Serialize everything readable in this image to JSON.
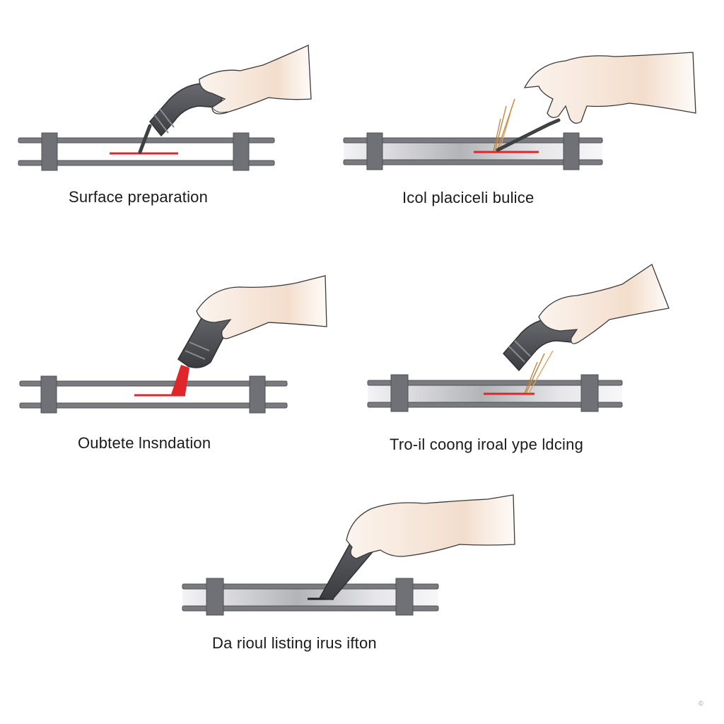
{
  "steps": [
    {
      "caption": "Surface preparation"
    },
    {
      "caption": "Icol pla​ciceli bulice"
    },
    {
      "caption": "Oubtete lnsndation"
    },
    {
      "caption": "Tro-il coong iroal ype ldcing"
    },
    {
      "caption": "Da rioul listing irus ifton"
    }
  ],
  "colors": {
    "rail": "#7a7b80",
    "rail_dark": "#55565a",
    "tie": "#6c6d72",
    "tool": "#4a4b50",
    "skin": "#f6ece2",
    "skin_shadow": "#e9c7b0",
    "outline": "#3a3a3a",
    "mark_red": "#e0262b",
    "spark": "#c98a3e",
    "steel_light": "#eeeef0",
    "steel_mid": "#b9babd"
  },
  "corner_mark": "©"
}
